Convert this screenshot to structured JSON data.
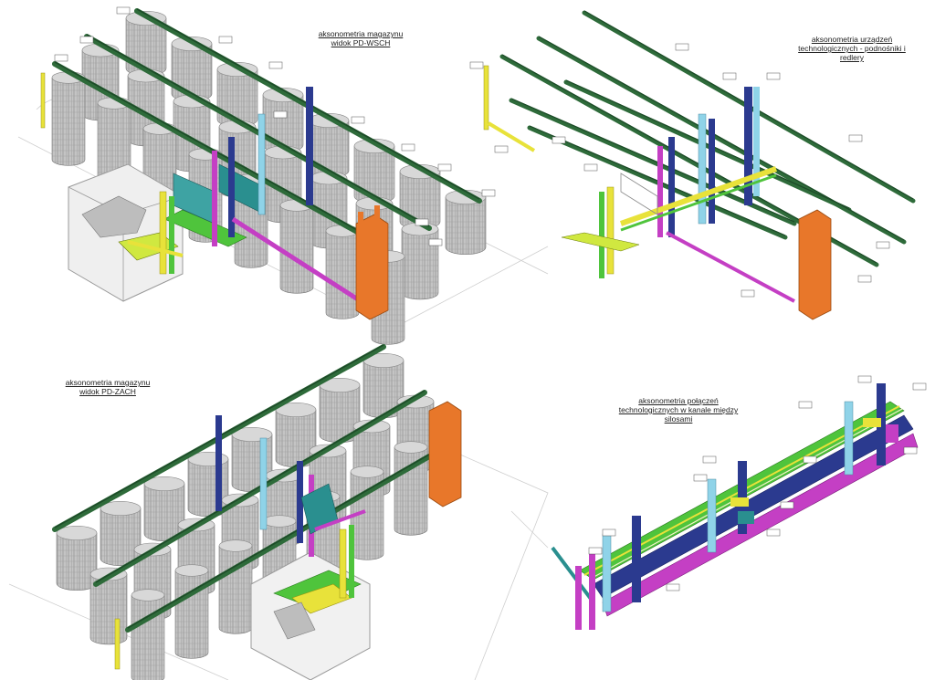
{
  "panels": [
    {
      "id": "p1",
      "title_lines": [
        "aksonometria magazynu",
        "widok PD-WSCH"
      ]
    },
    {
      "id": "p2",
      "title_lines": [
        "aksonometria urządzeń",
        "technologicznych - podnośniki i",
        "redlery"
      ]
    },
    {
      "id": "p3",
      "title_lines": [
        "aksonometria magazynu",
        "widok PD-ZACH"
      ]
    },
    {
      "id": "p4",
      "title_lines": [
        "aksonometria połączeń",
        "technologicznych w kanale między",
        "silosami"
      ]
    }
  ],
  "colors": {
    "silo": "#bdbdbd",
    "silo_line": "#7a7a7a",
    "conveyor": "#2e6b3a",
    "conveyor_dark": "#1d4a28",
    "elevator_blue": "#2b3a8f",
    "elevator_cyan": "#8fd3e8",
    "magenta": "#c43fc4",
    "yellow": "#e8e23a",
    "green_light": "#4fc43c",
    "orange": "#e8772a",
    "teal": "#2a8f8f"
  }
}
